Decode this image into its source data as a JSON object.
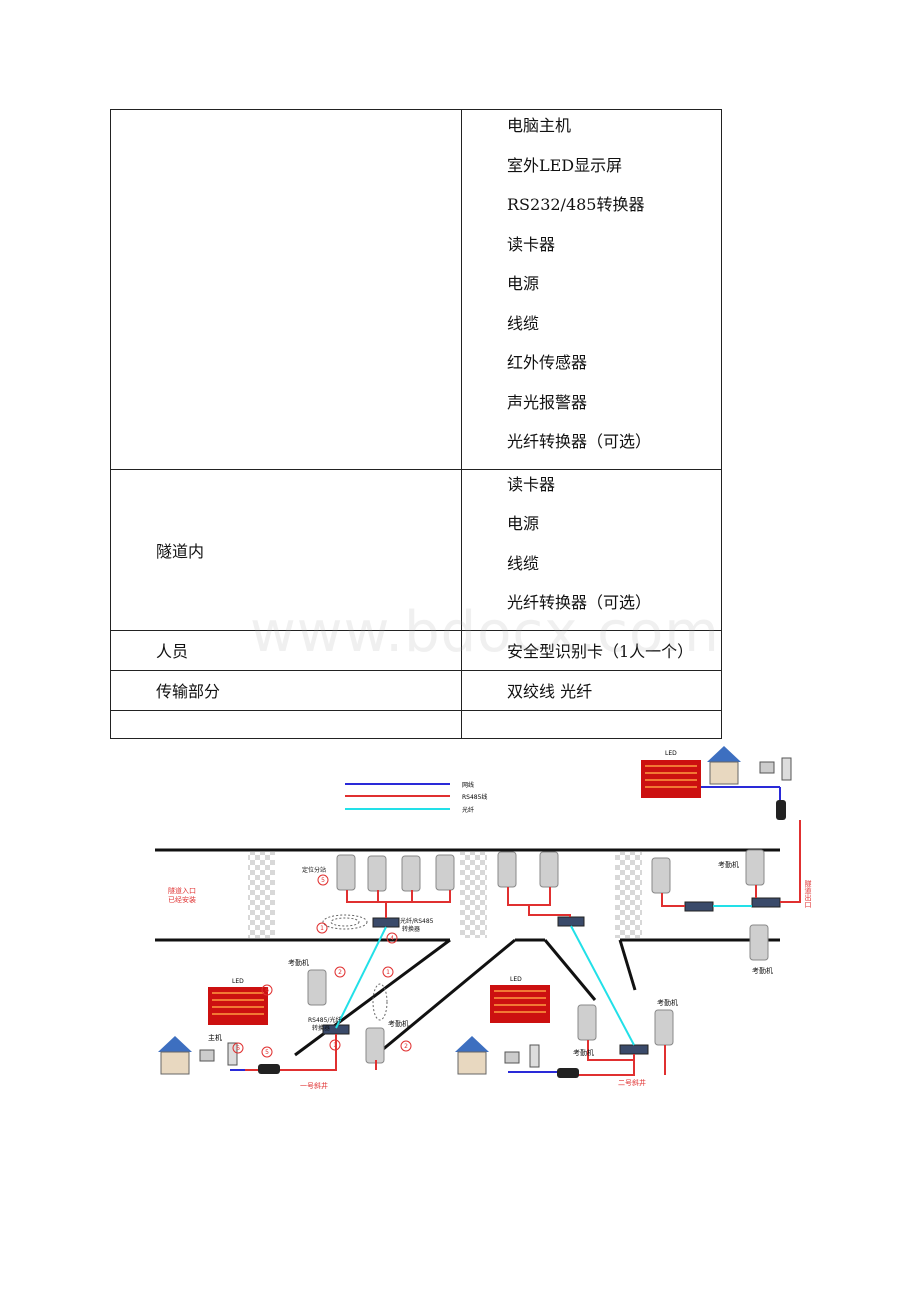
{
  "table": {
    "row1": {
      "label": "",
      "items": [
        "电脑主机",
        "室外LED显示屏",
        "RS232/485转换器",
        "读卡器",
        "电源",
        "线缆",
        "红外传感器",
        "声光报警器",
        "光纤转换器（可选）"
      ]
    },
    "row2": {
      "label": "隧道内",
      "items": [
        "读卡器",
        "电源",
        "线缆",
        "光纤转换器（可选）"
      ]
    },
    "row3": {
      "label": "人员",
      "value": "安全型识别卡（1人一个）"
    },
    "row4": {
      "label": "传输部分",
      "value": "双绞线 光纤"
    },
    "row5": {
      "label": "",
      "value": ""
    }
  },
  "watermark": "www.bdocx.com",
  "diagram": {
    "legend": [
      "网线",
      "RS485线",
      "光纤"
    ],
    "labels": {
      "led": "LED",
      "host": "主机",
      "attendance": "考勤机",
      "tunnel_entrance": "隧道入口",
      "tunnel_entrance_sub": "已经安装",
      "tunnel_exit": "隧道出口",
      "shaft1": "一号斜井",
      "shaft2": "二号斜井",
      "fiber_converter": "光纤/RS485",
      "converter_sub": "转换器",
      "rs485_fiber": "RS485/光纤",
      "position_split": "定位分站"
    },
    "markers": [
      "1",
      "2",
      "3",
      "4",
      "5",
      "6"
    ],
    "colors": {
      "network": "#2a2ad8",
      "rs485": "#e03030",
      "fiber": "#22e0e8",
      "led": "#cc1010"
    }
  }
}
